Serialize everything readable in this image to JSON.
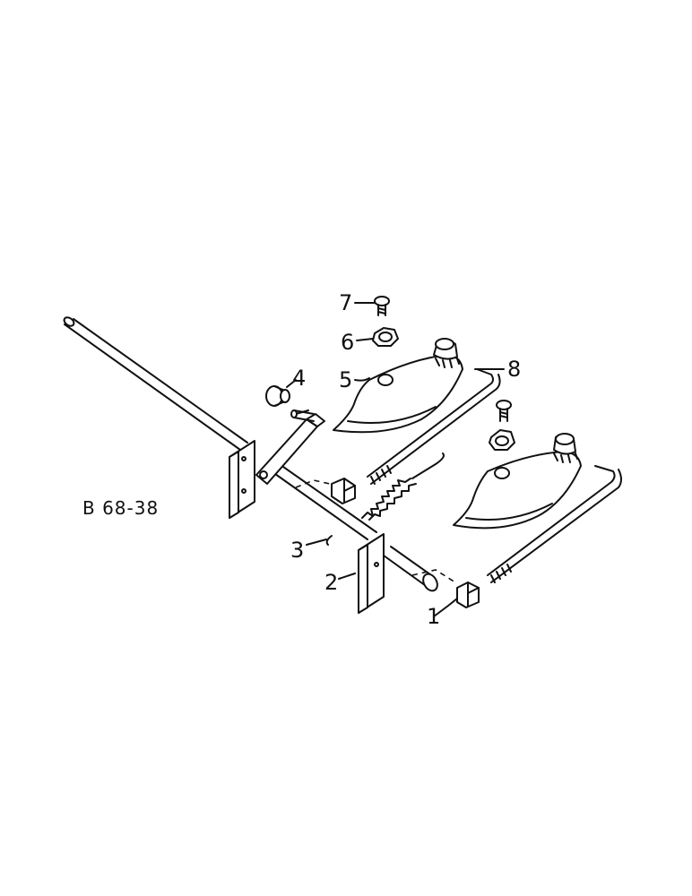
{
  "figure_code": "B 68-38",
  "callouts": [
    {
      "id": "1",
      "label": "1"
    },
    {
      "id": "2",
      "label": "2"
    },
    {
      "id": "3",
      "label": "3"
    },
    {
      "id": "4",
      "label": "4"
    },
    {
      "id": "5",
      "label": "5"
    },
    {
      "id": "6",
      "label": "6"
    },
    {
      "id": "7",
      "label": "7"
    },
    {
      "id": "8",
      "label": "8"
    }
  ],
  "colors": {
    "ink": "#111111",
    "background": "#ffffff"
  }
}
